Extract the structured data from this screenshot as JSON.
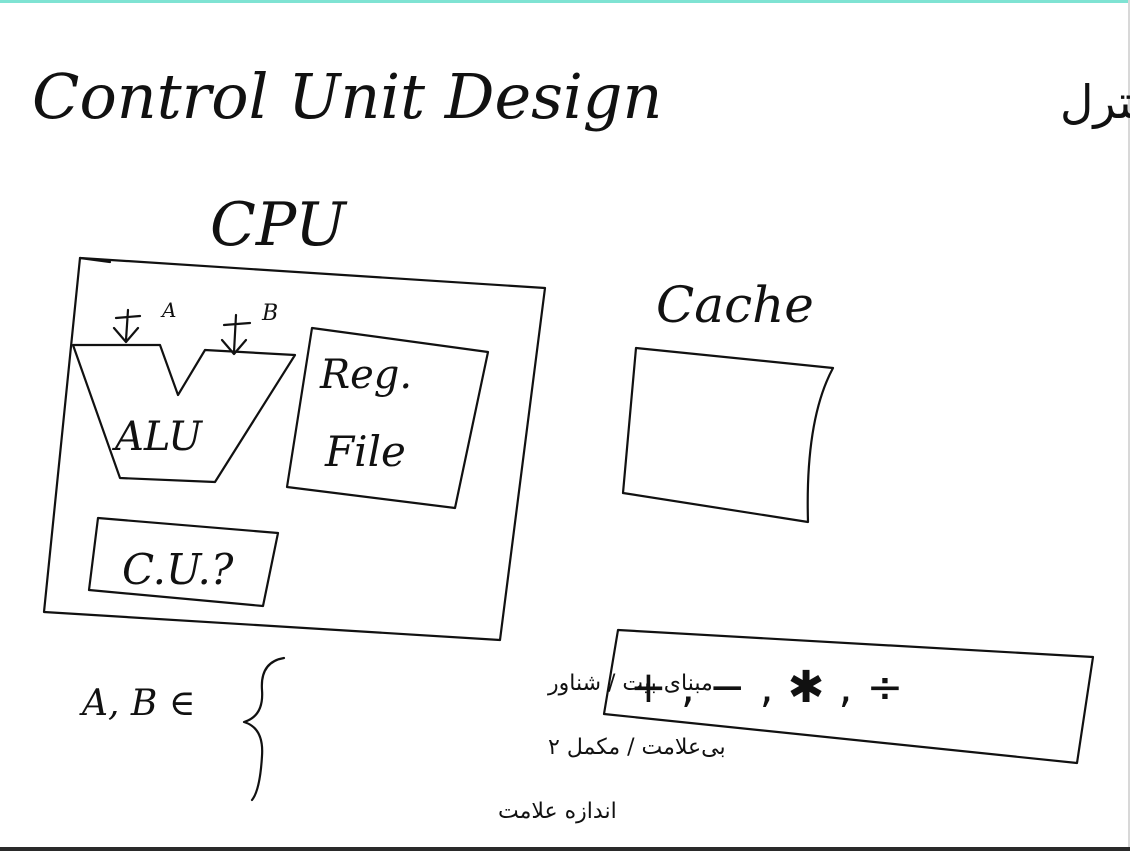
{
  "whiteboard": {
    "title": "Control Unit Design",
    "title_fa": "طراحی واحد کنترل",
    "cpu": {
      "label": "CPU",
      "alu": {
        "label": "ALU",
        "input_a": "A",
        "input_b": "B"
      },
      "register_file": {
        "line1": "Reg.",
        "line2": "File"
      },
      "control_unit": {
        "label": "C.U.?"
      }
    },
    "cache": {
      "label": "Cache"
    },
    "operations": {
      "text": "+ , − , ✱ , ÷"
    },
    "operands": {
      "label": "A, B ∈",
      "options": [
        "مبنای بیت / شناور",
        "بی‌علامت / مکمل ۲",
        "اندازه علامت"
      ]
    }
  },
  "colors": {
    "ink": "#111111",
    "background": "#ffffff",
    "top_frame": "#7fe3d3"
  }
}
